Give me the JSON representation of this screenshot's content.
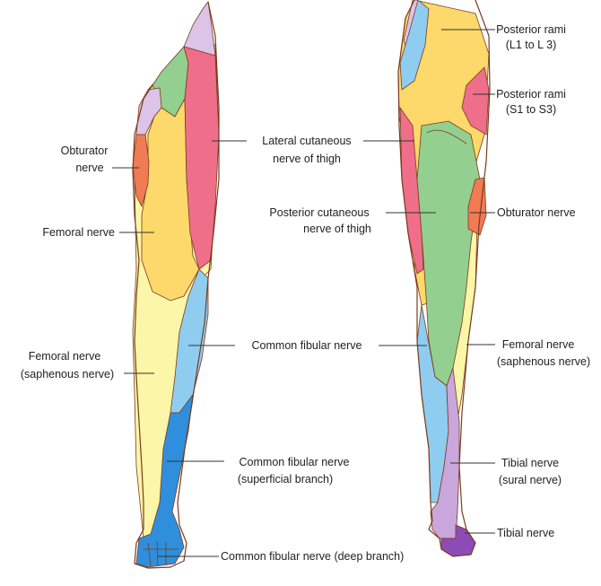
{
  "colors": {
    "lilac": "#dcc4e8",
    "green": "#93cf8f",
    "pink": "#ef6f8a",
    "yellow": "#fcd96a",
    "orange": "#f07b55",
    "light_yellow": "#fbf6a8",
    "light_blue": "#8fcdf0",
    "blue": "#2f8fdc",
    "purple_light": "#c9a6dc",
    "purple_dark": "#8d4bb8",
    "outline": "#7a3b1e"
  },
  "labels": {
    "obturator_left_1": "Obturator",
    "obturator_left_2": "nerve",
    "femoral_left": "Femoral nerve",
    "femoral_saph_left_1": "Femoral nerve",
    "femoral_saph_left_2": "(saphenous nerve)",
    "lateral_cut_1": "Lateral cutaneous",
    "lateral_cut_2": "nerve of thigh",
    "posterior_cut_1": "Posterior cutaneous",
    "posterior_cut_2": "nerve of thigh",
    "common_fibular": "Common fibular nerve",
    "common_fibular_sup_1": "Common fibular nerve",
    "common_fibular_sup_2": "(superficial branch)",
    "common_fibular_deep": "Common fibular nerve (deep branch)",
    "posterior_rami_1_a": "Posterior rami",
    "posterior_rami_1_b": "(L1 to L 3)",
    "posterior_rami_2_a": "Posterior rami",
    "posterior_rami_2_b": "(S1 to S3)",
    "obturator_right": "Obturator nerve",
    "femoral_saph_right_1": "Femoral nerve",
    "femoral_saph_right_2": "(saphenous nerve)",
    "tibial_sural_1": "Tibial nerve",
    "tibial_sural_2": "(sural nerve)",
    "tibial": "Tibial nerve"
  }
}
